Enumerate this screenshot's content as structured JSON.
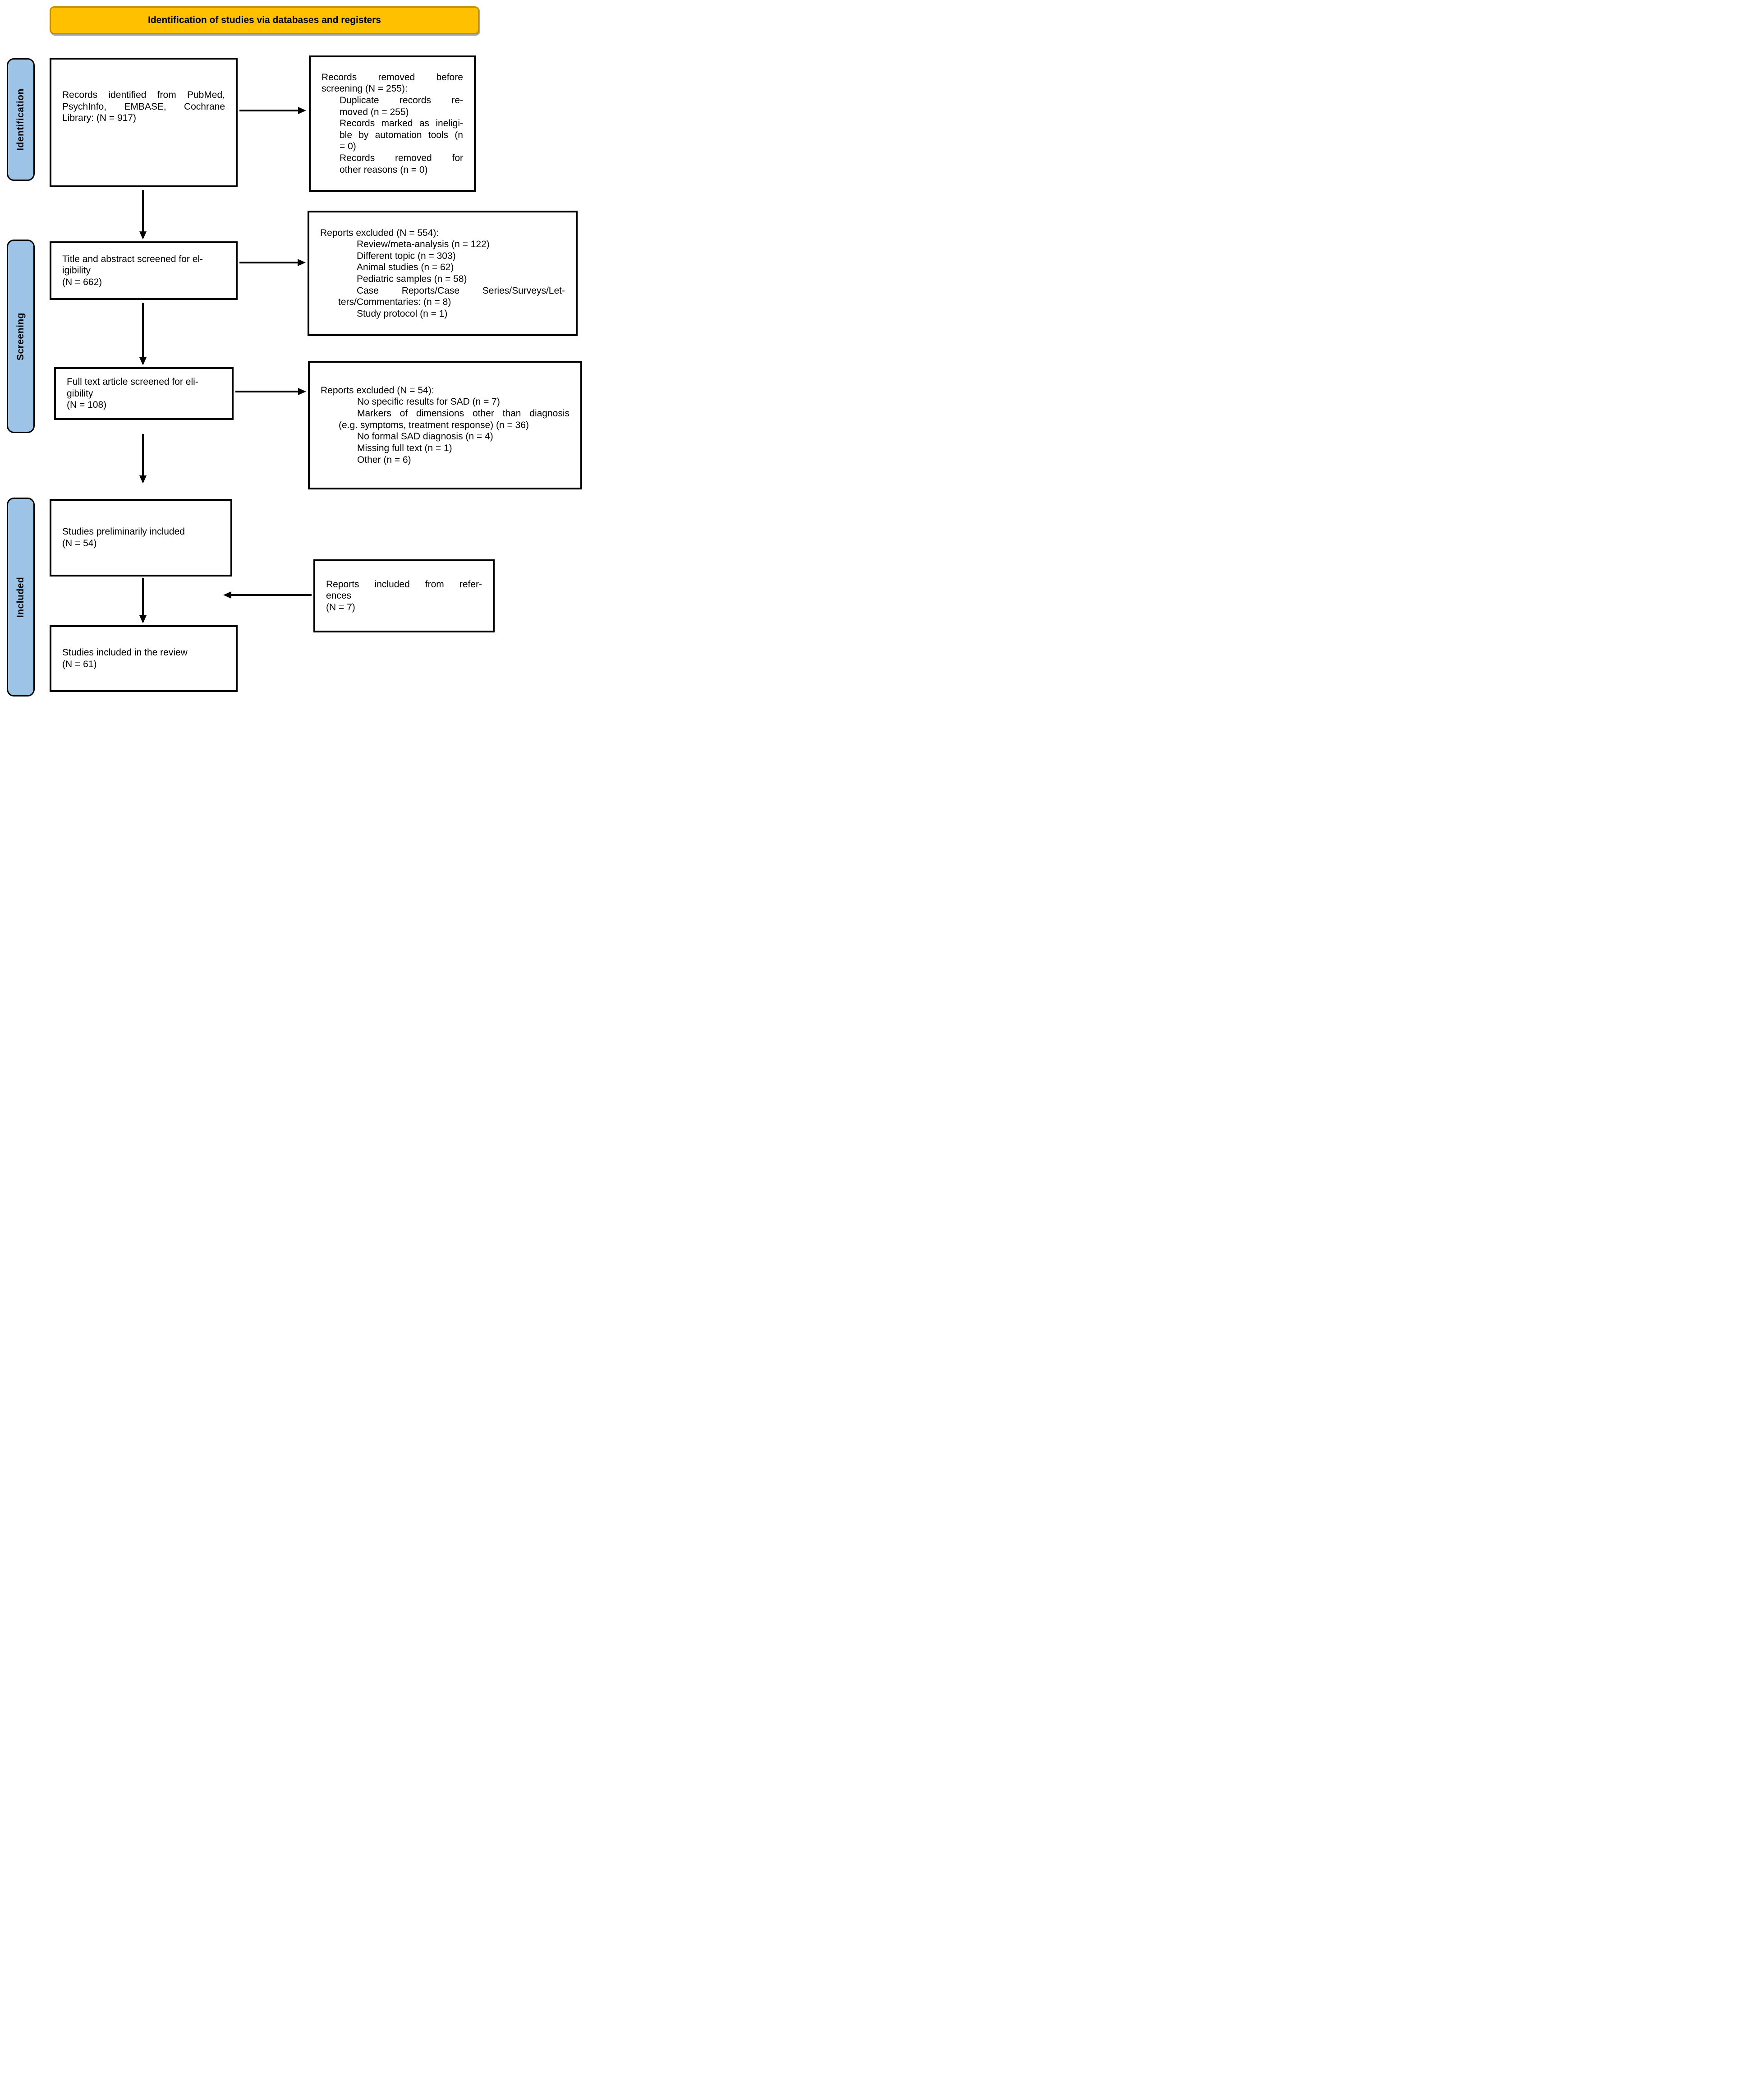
{
  "banner": {
    "title": "Identification of studies via databases and registers"
  },
  "stages": [
    {
      "label": "Identification"
    },
    {
      "label": "Screening"
    },
    {
      "label": "Included"
    }
  ],
  "flow": {
    "records_identified": {
      "lines": [
        "Records identified from PubMed,",
        "PsychInfo, EMBASE, Cochrane",
        "Library: (N = 917)"
      ]
    },
    "records_removed": {
      "lines": [
        "Records removed before",
        "screening (N = 255):",
        "Duplicate records re-",
        "moved (n = 255)",
        "Records marked as ineligi-",
        "ble by automation tools (n",
        "= 0)",
        "Records removed for",
        "other reasons (n = 0)"
      ]
    },
    "title_abstract": {
      "lines": [
        "Title and abstract screened for el-",
        "igibility",
        "(N = 662)"
      ]
    },
    "reports_excluded_screening": {
      "lines": [
        "Reports excluded (N = 554):",
        "Review/meta-analysis (n = 122)",
        "Different topic (n = 303)",
        "Animal studies (n = 62)",
        "Pediatric samples (n = 58)",
        "Case Reports/Case Series/Surveys/Let-",
        "ters/Commentaries: (n = 8)",
        "Study protocol (n = 1)"
      ]
    },
    "full_text": {
      "lines": [
        "Full text article screened for eli-",
        "gibility",
        "(N = 108)"
      ]
    },
    "reports_excluded_fulltext": {
      "lines": [
        "Reports excluded (N = 54):",
        "No specific results for SAD (n = 7)",
        "Markers of dimensions other than diagnosis",
        "(e.g. symptoms, treatment response) (n = 36)",
        "No formal SAD diagnosis (n = 4)",
        "Missing full text (n = 1)",
        "Other (n = 6)"
      ]
    },
    "studies_preliminary": {
      "lines": [
        "Studies preliminarily included",
        "(N = 54)"
      ]
    },
    "reports_references": {
      "lines": [
        "Reports included from refer-",
        "ences",
        "(N = 7)"
      ]
    },
    "studies_included": {
      "lines": [
        "Studies included in the review",
        "(N = 61)"
      ]
    }
  },
  "icons": {
    "arrow_right": "solid right-pointing flowchart arrow",
    "arrow_down": "solid down-pointing flowchart arrow",
    "arrow_left": "solid left-pointing flowchart arrow"
  },
  "colors": {
    "banner_fill": "#FFC000",
    "banner_border": "#BF9000",
    "stage_fill": "#9DC3E6",
    "box_border": "#000000",
    "background": "#FFFFFF"
  }
}
